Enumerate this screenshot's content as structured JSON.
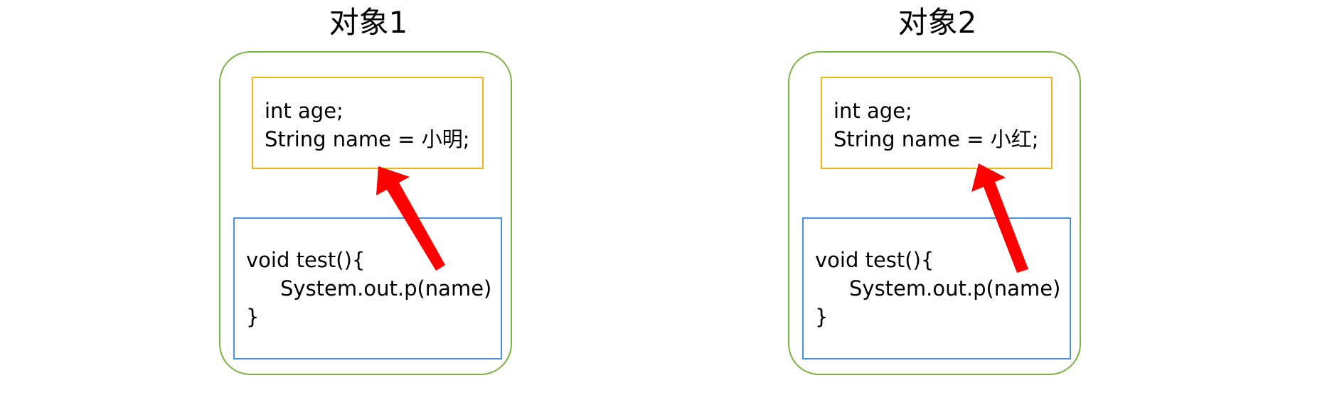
{
  "objects": [
    {
      "title": "对象1",
      "fields": {
        "line1": "int age;",
        "line2": "String name = 小明;"
      },
      "method": {
        "line1": "void test(){",
        "line2": "System.out.p(name)",
        "line3": "}"
      }
    },
    {
      "title": "对象2",
      "fields": {
        "line1": "int age;",
        "line2": "String name = 小红;"
      },
      "method": {
        "line1": "void test(){",
        "line2": "System.out.p(name)",
        "line3": "}"
      }
    }
  ],
  "colors": {
    "object_border": "#7cb342",
    "fields_border": "#f5b21b",
    "method_border": "#4a90d9",
    "arrow": "#ff0000"
  }
}
